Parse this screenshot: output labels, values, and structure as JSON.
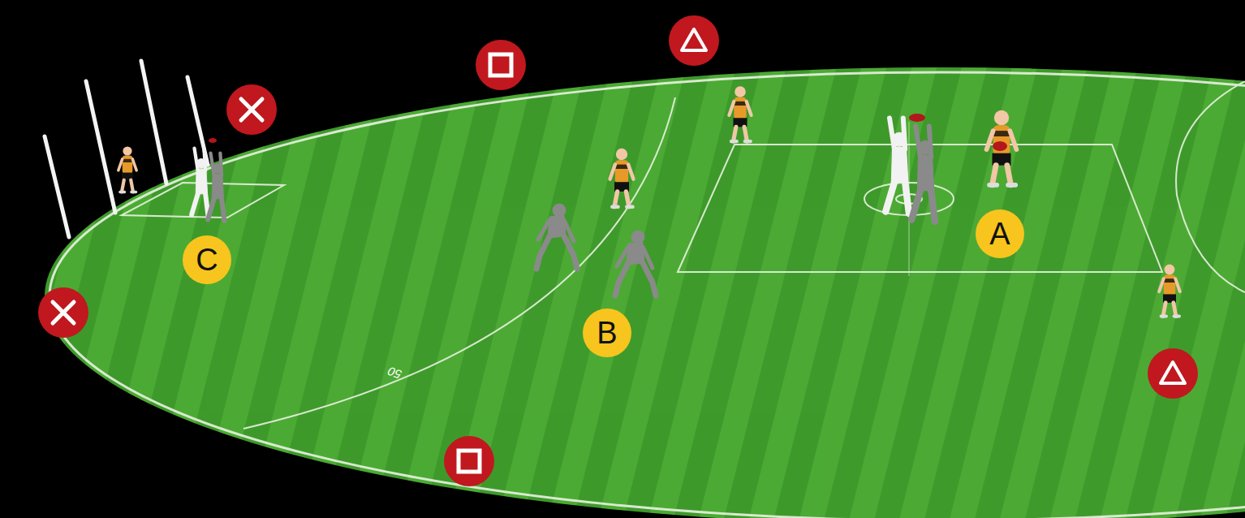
{
  "diagram": {
    "nodes": [
      {
        "text": [
          "A"
        ]
      },
      {
        "text": [
          "C"
        ]
      },
      {
        "text": [
          "B"
        ]
      }
    ],
    "labels": [
      "50"
    ]
  }
}
